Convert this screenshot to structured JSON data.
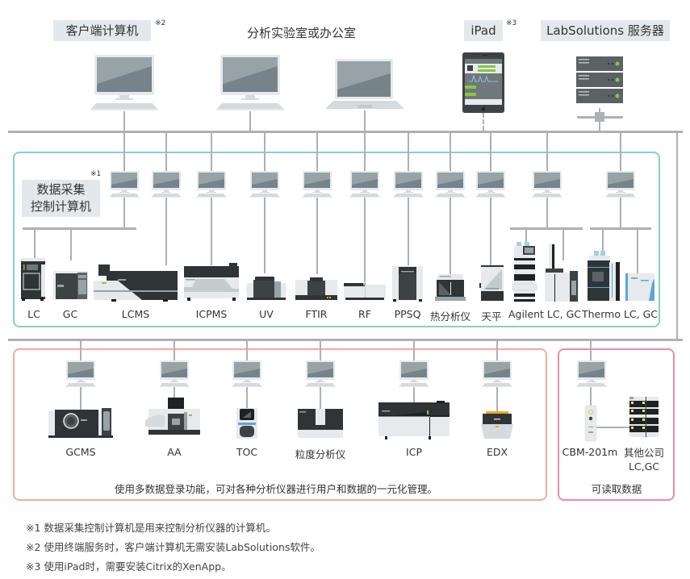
{
  "header": {
    "client_pc_label": "客户端计算机",
    "client_pc_note": "※2",
    "lab_office_label": "分析实验室或办公室",
    "ipad_label": "iPad",
    "ipad_note": "※3",
    "server_label": "LabSolutions 服务器"
  },
  "top_devices": [
    {
      "name": "client-desktop-1",
      "icon": "desktop-monitor-icon"
    },
    {
      "name": "client-desktop-2",
      "icon": "desktop-monitor-icon"
    },
    {
      "name": "client-laptop",
      "icon": "laptop-icon"
    },
    {
      "name": "ipad",
      "icon": "tablet-icon"
    },
    {
      "name": "labsolutions-server",
      "icon": "server-rack-icon"
    }
  ],
  "dcu": {
    "label_line1": "数据采集",
    "label_line2": "控制计算机",
    "note": "※1"
  },
  "teal_group": {
    "instruments": [
      {
        "label": "LC",
        "icon": "lc-instrument-icon"
      },
      {
        "label": "GC",
        "icon": "gc-instrument-icon"
      },
      {
        "label": "LCMS",
        "icon": "lcms-instrument-icon"
      },
      {
        "label": "ICPMS",
        "icon": "icpms-instrument-icon"
      },
      {
        "label": "UV",
        "icon": "uv-instrument-icon"
      },
      {
        "label": "FTIR",
        "icon": "ftir-instrument-icon"
      },
      {
        "label": "RF",
        "icon": "rf-instrument-icon"
      },
      {
        "label": "PPSQ",
        "icon": "ppsq-instrument-icon"
      },
      {
        "label": "热分析仪",
        "icon": "thermal-analyzer-icon"
      },
      {
        "label": "天平",
        "icon": "balance-icon"
      },
      {
        "label": "Agilent LC, GC",
        "icon": "agilent-lc-gc-icon"
      },
      {
        "label": "Thermo LC, GC",
        "icon": "thermo-lc-gc-icon"
      }
    ]
  },
  "salmon_group": {
    "instruments": [
      {
        "label": "GCMS",
        "icon": "gcms-instrument-icon"
      },
      {
        "label": "AA",
        "icon": "aa-instrument-icon"
      },
      {
        "label": "TOC",
        "icon": "toc-instrument-icon"
      },
      {
        "label": "粒度分析仪",
        "icon": "particle-size-analyzer-icon"
      },
      {
        "label": "ICP",
        "icon": "icp-instrument-icon"
      },
      {
        "label": "EDX",
        "icon": "edx-instrument-icon"
      }
    ],
    "caption": "使用多数据登录功能，可对各种分析仪器进行用户和数据的一元化管理。"
  },
  "pink_group": {
    "instruments": [
      {
        "label": "CBM-201m",
        "icon": "cbm-201m-icon"
      },
      {
        "label_line1": "其他公司",
        "label_line2": "LC,GC",
        "icon": "other-vendor-lc-gc-icon"
      }
    ],
    "caption": "可读取数据"
  },
  "footnotes": [
    "※1  数据采集控制计算机是用来控制分析仪器的计算机。",
    "※2  使用终端服务时，客户端计算机无需安装LabSolutions软件。",
    "※3  使用iPad时，需要安装Citrix的XenApp。"
  ],
  "colors": {
    "line": "#aeb0b3",
    "teal_border": "#86d0c8",
    "salmon_border": "#f5aa9e",
    "pink_border": "#ee8aa8",
    "label_bg": "#e3e8ec",
    "accent_green": "#8cc63f"
  }
}
